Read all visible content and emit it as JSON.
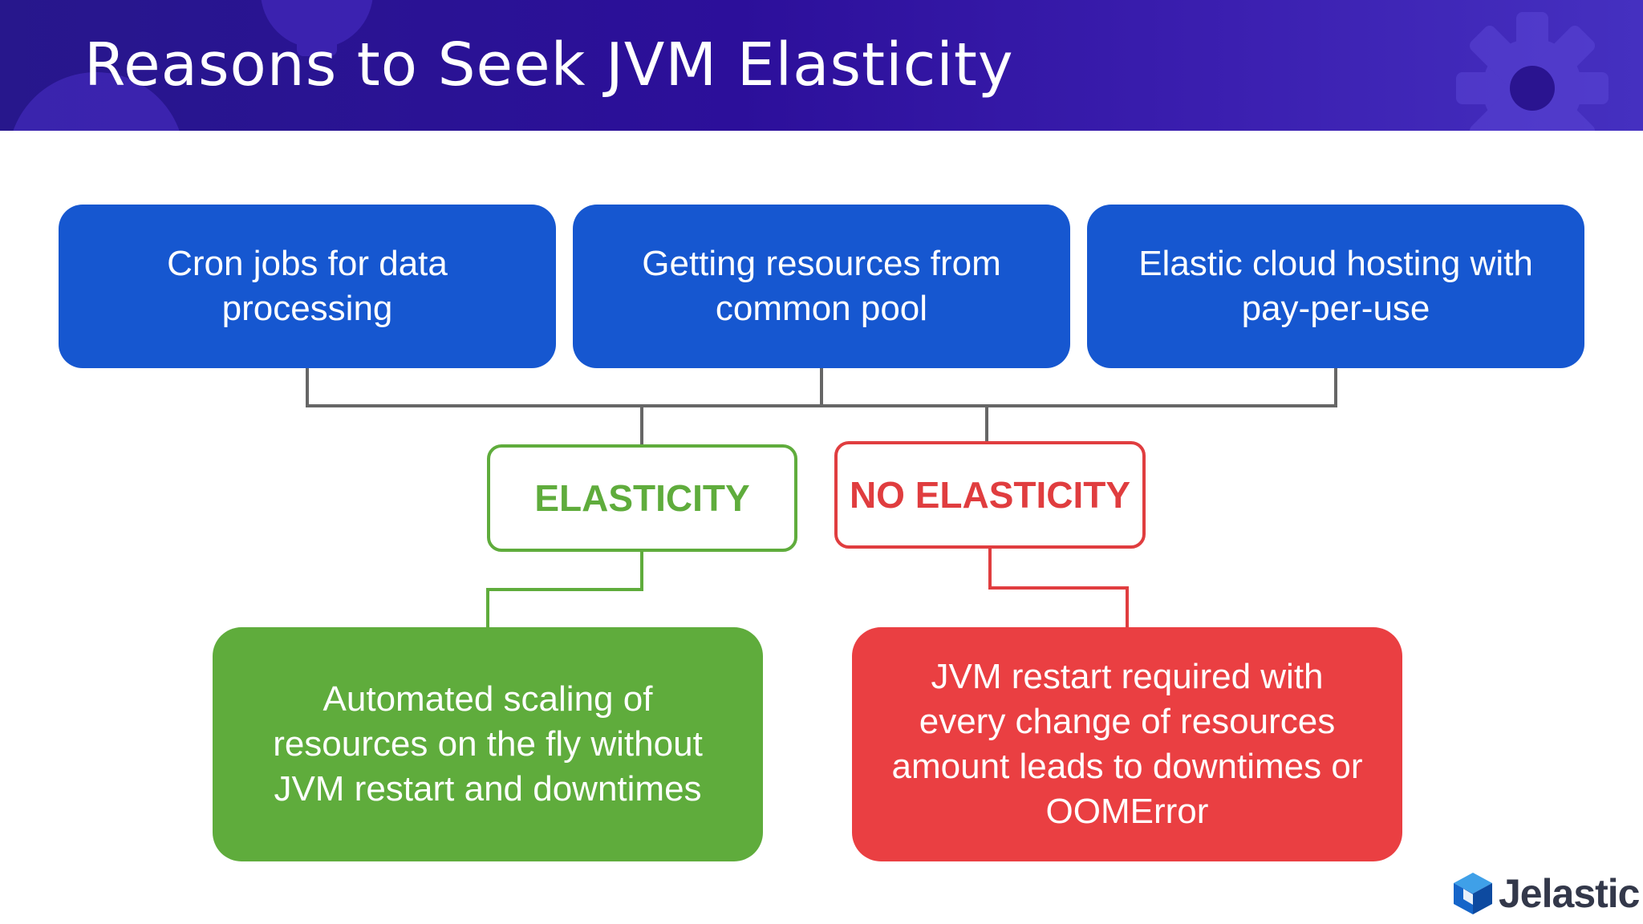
{
  "slide": {
    "title": "Reasons to Seek JVM Elasticity"
  },
  "top_boxes": [
    {
      "text": "Cron jobs for data processing"
    },
    {
      "text": "Getting resources from common pool"
    },
    {
      "text": "Elastic cloud hosting with pay-per-use"
    }
  ],
  "branches": {
    "elasticity": {
      "label": "ELASTICITY",
      "outcome": "Automated scaling of resources on the fly without JVM restart and downtimes"
    },
    "no_elasticity": {
      "label": "NO ELASTICITY",
      "outcome": "JVM restart required with every change of resources amount leads to downtimes or OOMError"
    }
  },
  "logo": {
    "name": "Jelastic",
    "icon": "jelastic-cube-icon"
  },
  "colors": {
    "header": "#2c0f9a",
    "blue": "#1657d0",
    "green": "#5fac3c",
    "red": "#ea3f42",
    "connector": "#666666"
  }
}
